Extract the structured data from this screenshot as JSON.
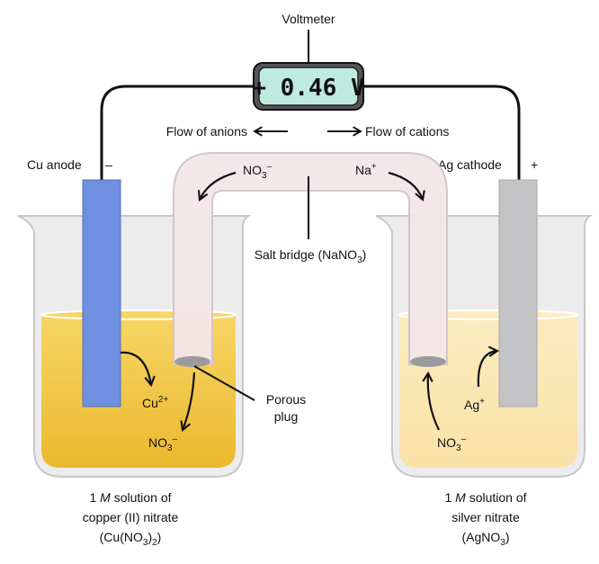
{
  "voltmeter": {
    "label": "Voltmeter",
    "reading": "+ 0.46 V"
  },
  "flow": {
    "anions": "Flow of anions",
    "cations": "Flow of cations"
  },
  "anode": {
    "label": "Cu anode",
    "sign": "–"
  },
  "cathode": {
    "label": "Ag cathode",
    "sign": "+"
  },
  "salt_bridge": {
    "label_base": "Salt bridge (NaNO",
    "label_sub": "3",
    "label_end": ")",
    "anion": {
      "base": "NO",
      "sub": "3",
      "sup": "–"
    },
    "cation": {
      "base": "Na",
      "sup": "+"
    }
  },
  "left_ions": {
    "cu": {
      "base": "Cu",
      "sup": "2+"
    },
    "no3": {
      "base": "NO",
      "sub": "3",
      "sup": "–"
    }
  },
  "right_ions": {
    "ag": {
      "base": "Ag",
      "sup": "+"
    },
    "no3": {
      "base": "NO",
      "sub": "3",
      "sup": "–"
    }
  },
  "porous_plug": {
    "line1": "Porous",
    "line2": "plug"
  },
  "left_solution": {
    "line1_a": "1 ",
    "line1_m": "M",
    "line1_b": " solution of",
    "line2": "copper (II) nitrate",
    "line3_a": "(Cu(NO",
    "line3_sub1": "3",
    "line3_b": ")",
    "line3_sub2": "2",
    "line3_c": ")"
  },
  "right_solution": {
    "line1_a": "1 ",
    "line1_m": "M",
    "line1_b": " solution of",
    "line2": "silver nitrate",
    "line3_a": "(AgNO",
    "line3_sub": "3",
    "line3_b": ")"
  },
  "colors": {
    "copper_solution": "#f3c43f",
    "silver_solution": "#fbe8b4",
    "copper_electrode": "#6f8fe0",
    "silver_electrode": "#c4c4c6",
    "meter": "#bfeadf"
  }
}
